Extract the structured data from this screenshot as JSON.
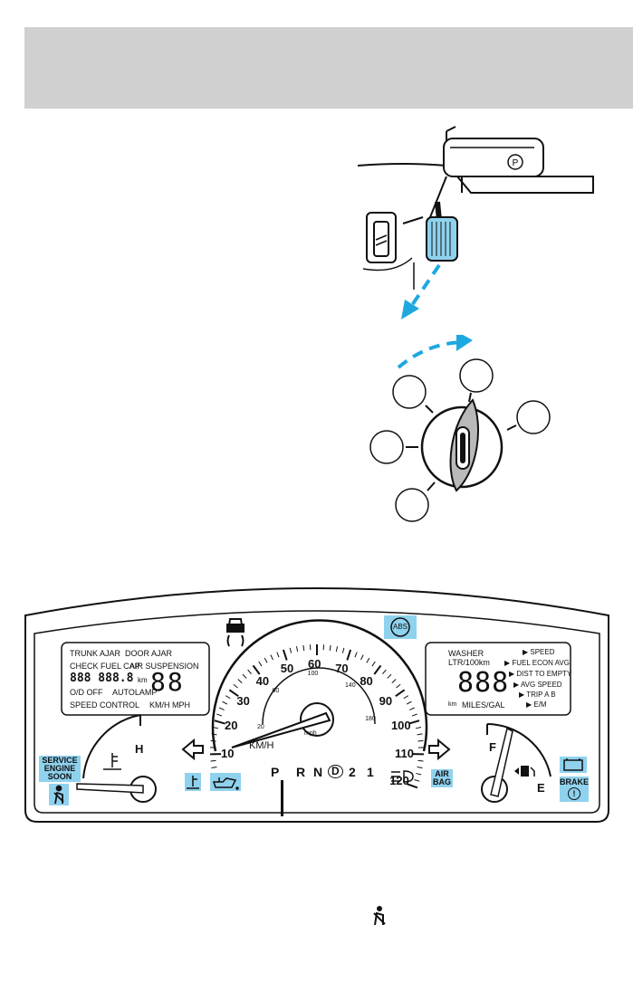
{
  "header": {
    "title": ""
  },
  "brake_illustration": {
    "park_symbol": "P",
    "accent_color": "#1ea8e0",
    "pedal_color": "#8fd2ee"
  },
  "ignition_illustration": {
    "positions": [
      "",
      "",
      "",
      "",
      ""
    ]
  },
  "cluster": {
    "left_display": {
      "row1_a": "TRUNK AJAR",
      "row1_b": "DOOR AJAR",
      "row2_a": "CHECK FUEL CAP",
      "row2_b": "AIR SUSPENSION",
      "digits": "888 888.8",
      "unit": "km",
      "big_digits": "88",
      "row4_a": "O/D OFF",
      "row4_b": "AUTOLAMP",
      "row5_a": "SPEED CONTROL",
      "row5_b": "KM/H MPH"
    },
    "right_display": {
      "washer": "WASHER",
      "ltr": "LTR/100km",
      "digits": "888",
      "km": "km",
      "mpg": "MILES/GAL",
      "menu": [
        "SPEED",
        "FUEL ECON AVG",
        "DIST TO EMPTY",
        "AVG SPEED",
        "TRIP A B",
        "E/M"
      ]
    },
    "speedometer": {
      "mph_ticks": [
        "10",
        "20",
        "30",
        "40",
        "50",
        "60",
        "70",
        "80",
        "90",
        "100",
        "110",
        "120"
      ],
      "kmh_ticks": [
        "20",
        "60",
        "100",
        "140",
        "180"
      ],
      "unit_outer": "KM/H",
      "unit_inner": "mph",
      "abs_label": "ABS"
    },
    "temp_gauge": {
      "high": "H"
    },
    "fuel_gauge": {
      "full": "F",
      "empty": "E"
    },
    "prnd": [
      "P",
      "R",
      "N",
      "D",
      "2",
      "1"
    ],
    "warnings": {
      "service_engine": [
        "SERVICE",
        "ENGINE",
        "SOON"
      ],
      "air_bag": [
        "AIR",
        "BAG"
      ],
      "brake": "BRAKE",
      "brake_symbol": "!"
    },
    "highlight_color": "#8fd2ee"
  }
}
